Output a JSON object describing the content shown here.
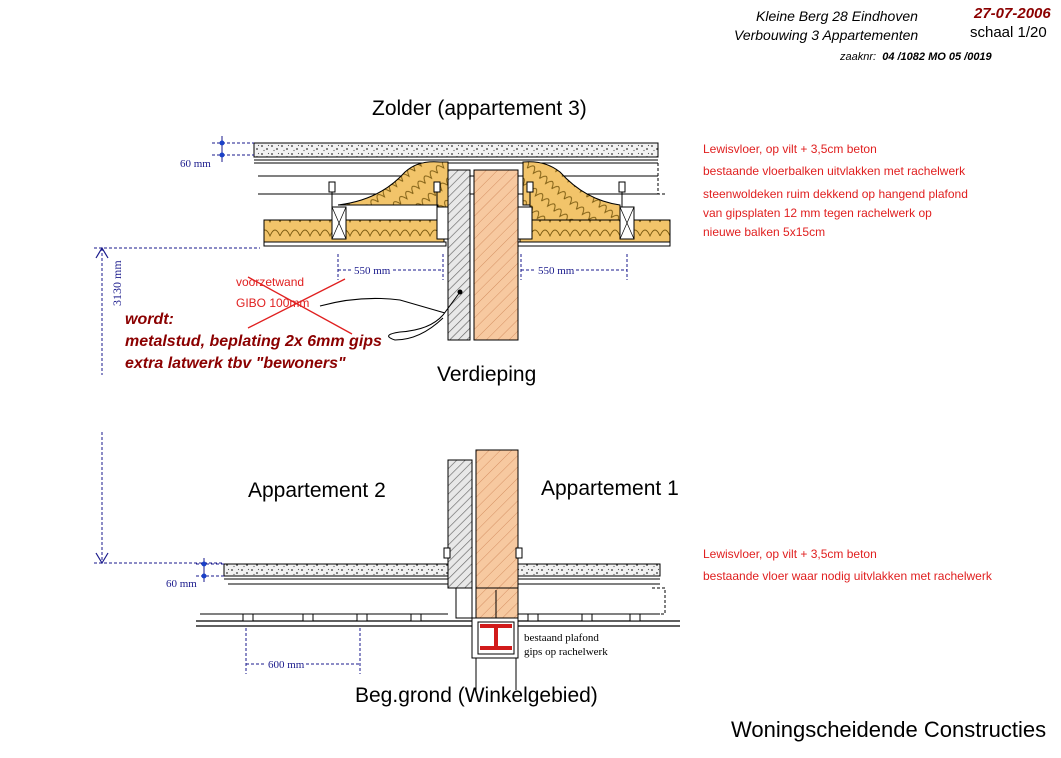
{
  "title_block": {
    "address": "Kleine Berg 28  Eindhoven",
    "project": "Verbouwing 3 Appartementen",
    "date": "27-07-2006",
    "scale": "schaal 1/20",
    "ref_label": "zaaknr:",
    "ref_value": "04 /1082   MO 05 /0019"
  },
  "headings": {
    "zolder": "Zolder (appartement 3)",
    "verdieping": "Verdieping",
    "app2": "Appartement 2",
    "app1": "Appartement 1",
    "begane_grond": "Beg.grond (Winkelgebied)",
    "footer": "Woningscheidende Constructies"
  },
  "notes_top": [
    "Lewisvloer, op vilt + 3,5cm beton",
    "bestaande vloerbalken uitvlakken met rachelwerk",
    "steenwoldeken ruim dekkend op hangend plafond",
    "van gipsplaten 12 mm tegen rachelwerk op",
    "nieuwe balken 5x15cm"
  ],
  "notes_bottom": [
    "Lewisvloer, op vilt + 3,5cm beton",
    "bestaande vloer waar nodig uitvlakken met rachelwerk"
  ],
  "voorzetwand": [
    "voorzetwand",
    "GIBO 100mm"
  ],
  "wordt": [
    "wordt:",
    "metalstud, beplating 2x 6mm gips",
    "extra latwerk tbv \"bewoners\""
  ],
  "dimensions": {
    "floor_top": "60 mm",
    "floor_bottom": "60 mm",
    "span_left": "550 mm",
    "span_right": "550 mm",
    "height": "3130 mm",
    "grid": "600 mm"
  },
  "plafond": [
    "bestaand plafond",
    "gips op rachelwerk"
  ],
  "colors": {
    "note_red": "#e02020",
    "dark_red": "#8b0000",
    "dimension_blue": "#1a1a8c",
    "insulation": "#f2c46a",
    "wood": "#f7c9a0"
  },
  "icons": {
    "cross": "red-strike-cross",
    "dim_dot": "blue-dimension-dot"
  }
}
